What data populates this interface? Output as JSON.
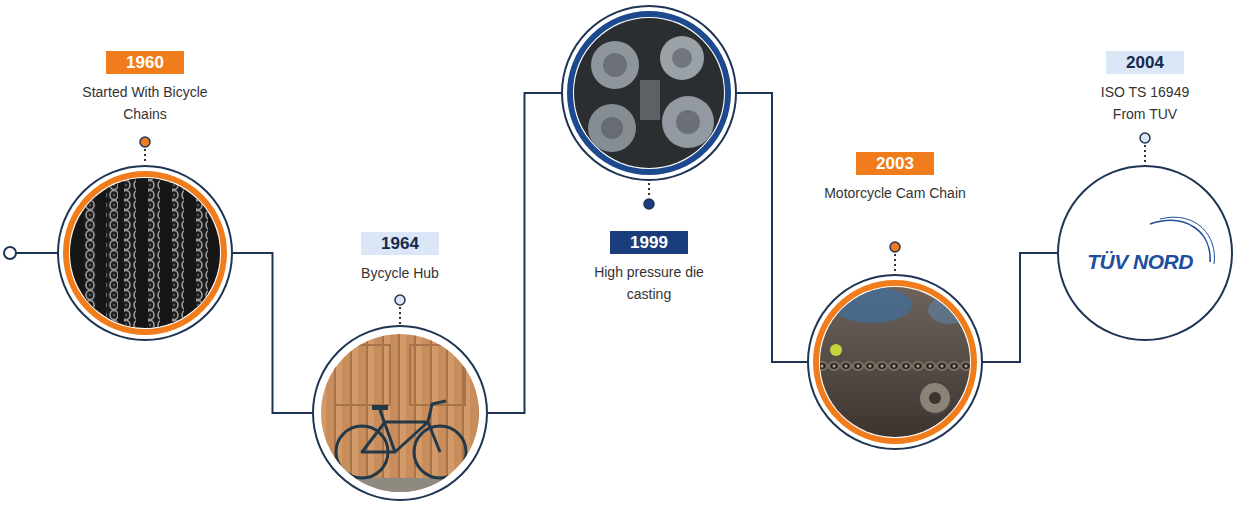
{
  "diagram": {
    "nodes": [
      {
        "text": [
          "1960",
          "Started With Bicycle Chains"
        ]
      },
      {
        "text": [
          "1964",
          "Bycycle Hub"
        ]
      },
      {
        "text": [
          "1999",
          "High pressure die casting"
        ]
      },
      {
        "text": [
          "2003",
          "Motorcycle Cam Chain"
        ]
      },
      {
        "text": [
          "2004",
          "ISO TS 16949 From TUV"
        ]
      }
    ],
    "edges": [
      {
        "from": 0,
        "to": 1,
        "arrow": "none"
      },
      {
        "from": 1,
        "to": 2,
        "arrow": "none"
      },
      {
        "from": 2,
        "to": 3,
        "arrow": "none"
      },
      {
        "from": 3,
        "to": 4,
        "arrow": "none"
      }
    ],
    "labels": [
      "TÜV NORD"
    ]
  }
}
